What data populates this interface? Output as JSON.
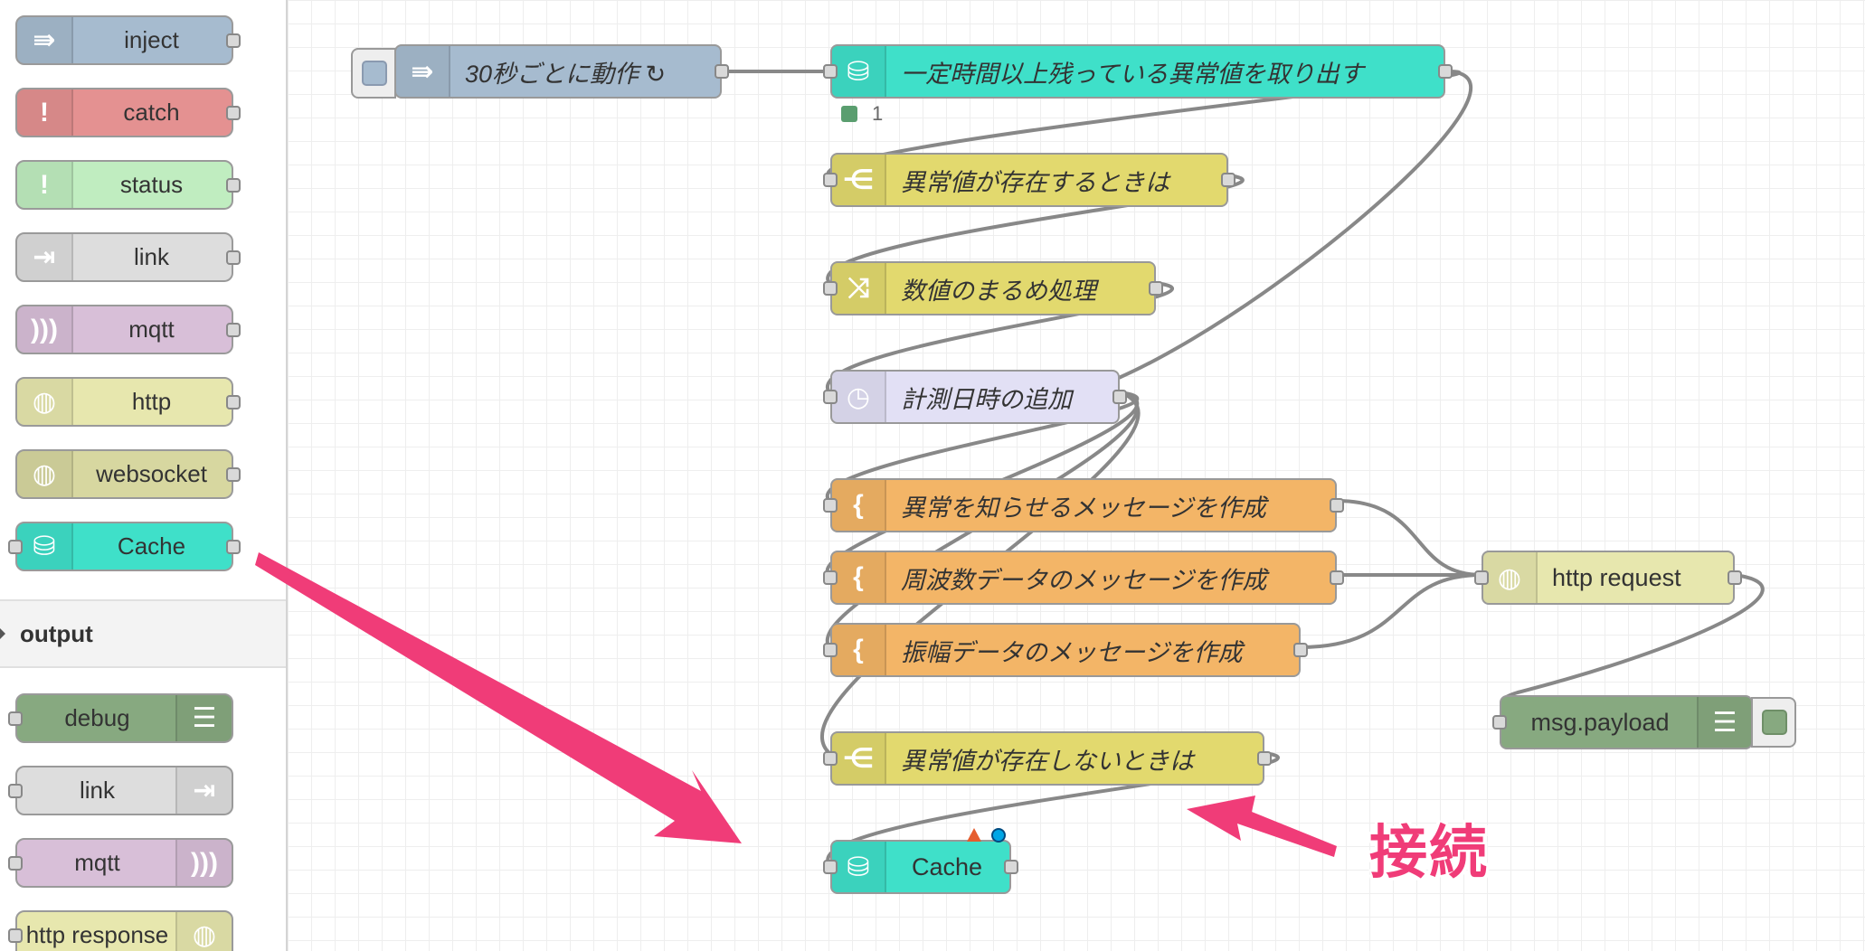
{
  "palette": {
    "nodes": [
      {
        "label": "inject",
        "color": "#a6bbcf",
        "icon": "arrow-right-icon"
      },
      {
        "label": "catch",
        "color": "#e49191",
        "icon": "exclamation-icon"
      },
      {
        "label": "status",
        "color": "#c0edc0",
        "icon": "exclamation-icon"
      },
      {
        "label": "link",
        "color": "#dddddd",
        "icon": "link-icon"
      },
      {
        "label": "mqtt",
        "color": "#d8bfd8",
        "icon": "wave-icon"
      },
      {
        "label": "http",
        "color": "#e7e7ae",
        "icon": "globe-icon"
      },
      {
        "label": "websocket",
        "color": "#d7d7a0",
        "icon": "globe-icon"
      },
      {
        "label": "Cache",
        "color": "#3fe0c9",
        "icon": "database-icon"
      }
    ],
    "category_output": "output",
    "output_nodes": [
      {
        "label": "debug",
        "color": "#87a980",
        "icon": "list-icon"
      },
      {
        "label": "link",
        "color": "#dddddd",
        "icon": "link-icon"
      },
      {
        "label": "mqtt",
        "color": "#d8bfd8",
        "icon": "wave-icon"
      },
      {
        "label": "http response",
        "color": "#e7e7ae",
        "icon": "globe-icon"
      }
    ]
  },
  "flow": {
    "inject_node": "30秒ごとに動作 ↻",
    "cache_query_node": "一定時間以上残っている異常値を取り出す",
    "status_count": "1",
    "switch_exists": "異常値が存在するときは",
    "change_round": "数値のまるめ処理",
    "timestamp_node": "計測日時の追加",
    "template_alert": "異常を知らせるメッセージを作成",
    "template_freq": "周波数データのメッセージを作成",
    "template_amp": "振幅データのメッセージを作成",
    "http_request": "http request",
    "debug_node": "msg.payload",
    "switch_not_exists": "異常値が存在しないときは",
    "cache_node": "Cache"
  },
  "annotation": {
    "callout": "接続",
    "arrow_color": "#f03c78"
  },
  "colors": {
    "inject": "#a6bbcf",
    "cache": "#3fe0c9",
    "switch": "#e2d96e",
    "template": "#f3b567",
    "timestamp": "#e2e0f5",
    "http": "#e7e7ae",
    "debug": "#87a980",
    "wire": "#888888"
  }
}
